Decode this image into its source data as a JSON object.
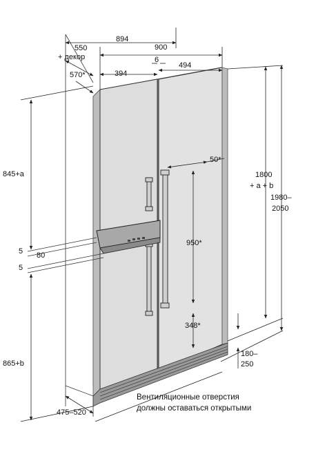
{
  "labels": {
    "w_total": "894",
    "depth_550": "550",
    "decor": "+ декор",
    "w_900": "900",
    "gap_6": "6",
    "depth_570": "570*",
    "w_394": "394",
    "w_494": "494",
    "h_845a": "845+a",
    "dim_50": "50*",
    "h_1800": "1800",
    "h_ab": "+ a + b",
    "h_1980": "1980–",
    "h_2050": "2050",
    "h_950": "950*",
    "s5a": "5",
    "s80": "80",
    "s5b": "5",
    "h_348": "348*",
    "h_865b": "865+b",
    "b180": "180–",
    "b250": "250",
    "w_475": "475–520"
  },
  "note": {
    "line1": "Вентиляционные отверстия",
    "line2": "должны оставаться открытыми"
  }
}
